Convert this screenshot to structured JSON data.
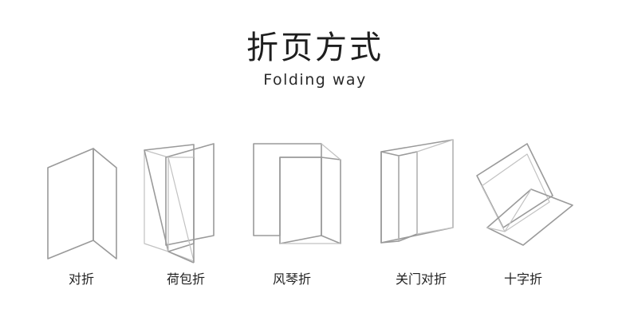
{
  "title": "折页方式",
  "subtitle": "Folding way",
  "folds": [
    {
      "label": "对折",
      "icon": "bi-fold-icon"
    },
    {
      "label": "荷包折",
      "icon": "roll-fold-icon"
    },
    {
      "label": "风琴折",
      "icon": "accordion-fold-icon"
    },
    {
      "label": "关门对折",
      "icon": "gate-fold-icon"
    },
    {
      "label": "十字折",
      "icon": "cross-fold-icon"
    }
  ],
  "colors": {
    "line": "#9a9a9a",
    "text": "#222222",
    "background": "#ffffff"
  }
}
